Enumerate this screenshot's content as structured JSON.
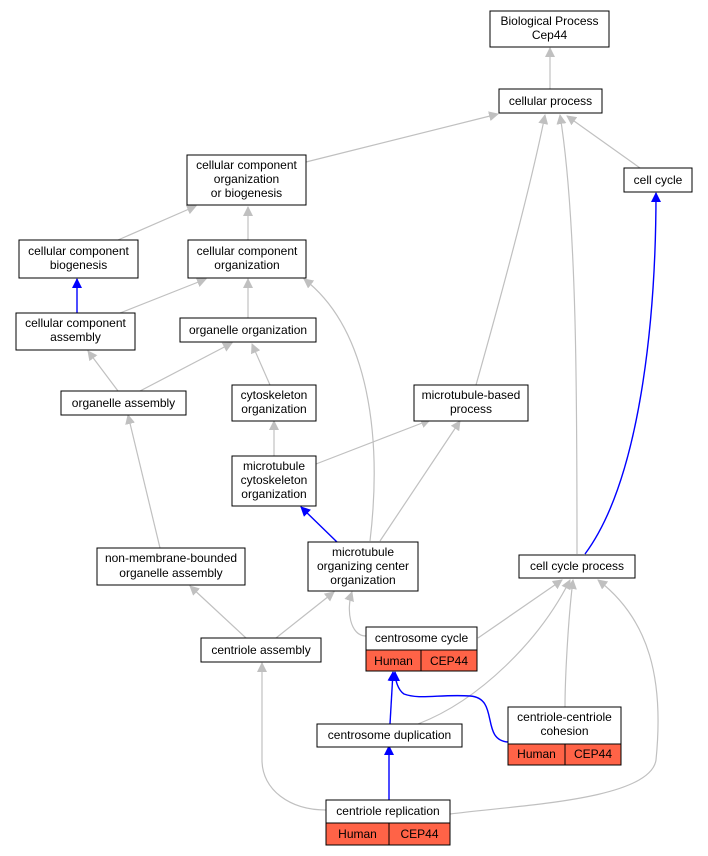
{
  "colors": {
    "gray_edge": "#c0c0c0",
    "blue_edge": "#0000ff",
    "annotation_fill": "#ff6347",
    "node_fill": "#ffffff",
    "node_stroke": "#000000"
  },
  "nodes": {
    "bp_root": {
      "lines": [
        "Biological Process",
        "Cep44"
      ]
    },
    "cellular_process": {
      "lines": [
        "cellular process"
      ]
    },
    "ccob": {
      "lines": [
        "cellular component",
        "organization",
        "or biogenesis"
      ]
    },
    "cell_cycle": {
      "lines": [
        "cell cycle"
      ]
    },
    "ccb": {
      "lines": [
        "cellular component",
        "biogenesis"
      ]
    },
    "cco": {
      "lines": [
        "cellular component",
        "organization"
      ]
    },
    "cca": {
      "lines": [
        "cellular component",
        "assembly"
      ]
    },
    "oo": {
      "lines": [
        "organelle organization"
      ]
    },
    "oa": {
      "lines": [
        "organelle assembly"
      ]
    },
    "cyto": {
      "lines": [
        "cytoskeleton",
        "organization"
      ]
    },
    "mbp": {
      "lines": [
        "microtubule-based",
        "process"
      ]
    },
    "mco": {
      "lines": [
        "microtubule",
        "cytoskeleton",
        "organization"
      ]
    },
    "nmboa": {
      "lines": [
        "non-membrane-bounded",
        "organelle assembly"
      ]
    },
    "mtoc": {
      "lines": [
        "microtubule",
        "organizing center",
        "organization"
      ]
    },
    "ccp": {
      "lines": [
        "cell cycle process"
      ]
    },
    "ca": {
      "lines": [
        "centriole assembly"
      ]
    },
    "cc": {
      "lines": [
        "centrosome cycle"
      ],
      "annotation": [
        "Human",
        "CEP44"
      ]
    },
    "ccc": {
      "lines": [
        "centriole-centriole",
        "cohesion"
      ],
      "annotation": [
        "Human",
        "CEP44"
      ]
    },
    "cd": {
      "lines": [
        "centrosome duplication"
      ]
    },
    "cr": {
      "lines": [
        "centriole replication"
      ],
      "annotation": [
        "Human",
        "CEP44"
      ]
    }
  }
}
